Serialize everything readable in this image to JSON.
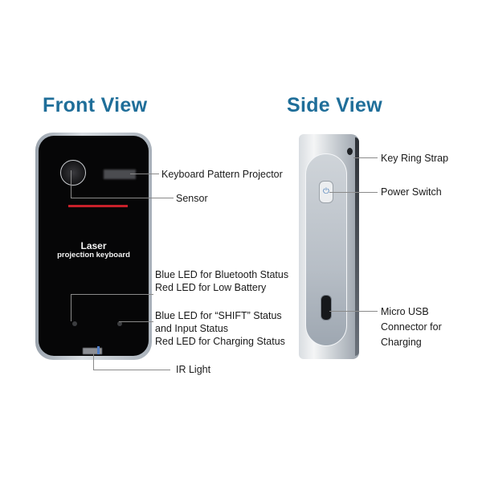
{
  "titles": {
    "front": "Front View",
    "side": "Side View"
  },
  "front_device": {
    "brand_line1": "Laser",
    "brand_line2": "projection keyboard",
    "accent_red": "#c8202a",
    "labels": {
      "projector": "Keyboard Pattern Projector",
      "sensor": "Sensor",
      "led1_line1": "Blue LED for Bluetooth Status",
      "led1_line2": "Red LED for Low Battery",
      "led2_line1": "Blue LED for “SHIFT” Status",
      "led2_line2": "and Input Status",
      "led2_line3": "Red LED for Charging Status",
      "ir": "IR Light"
    }
  },
  "side_device": {
    "power_glyph": "⏻",
    "labels": {
      "key_ring": "Key Ring Strap",
      "power": "Power Switch",
      "usb_line1": "Micro USB",
      "usb_line2": "Connector for",
      "usb_line3": "Charging"
    }
  },
  "colors": {
    "title": "#1f6e99"
  }
}
